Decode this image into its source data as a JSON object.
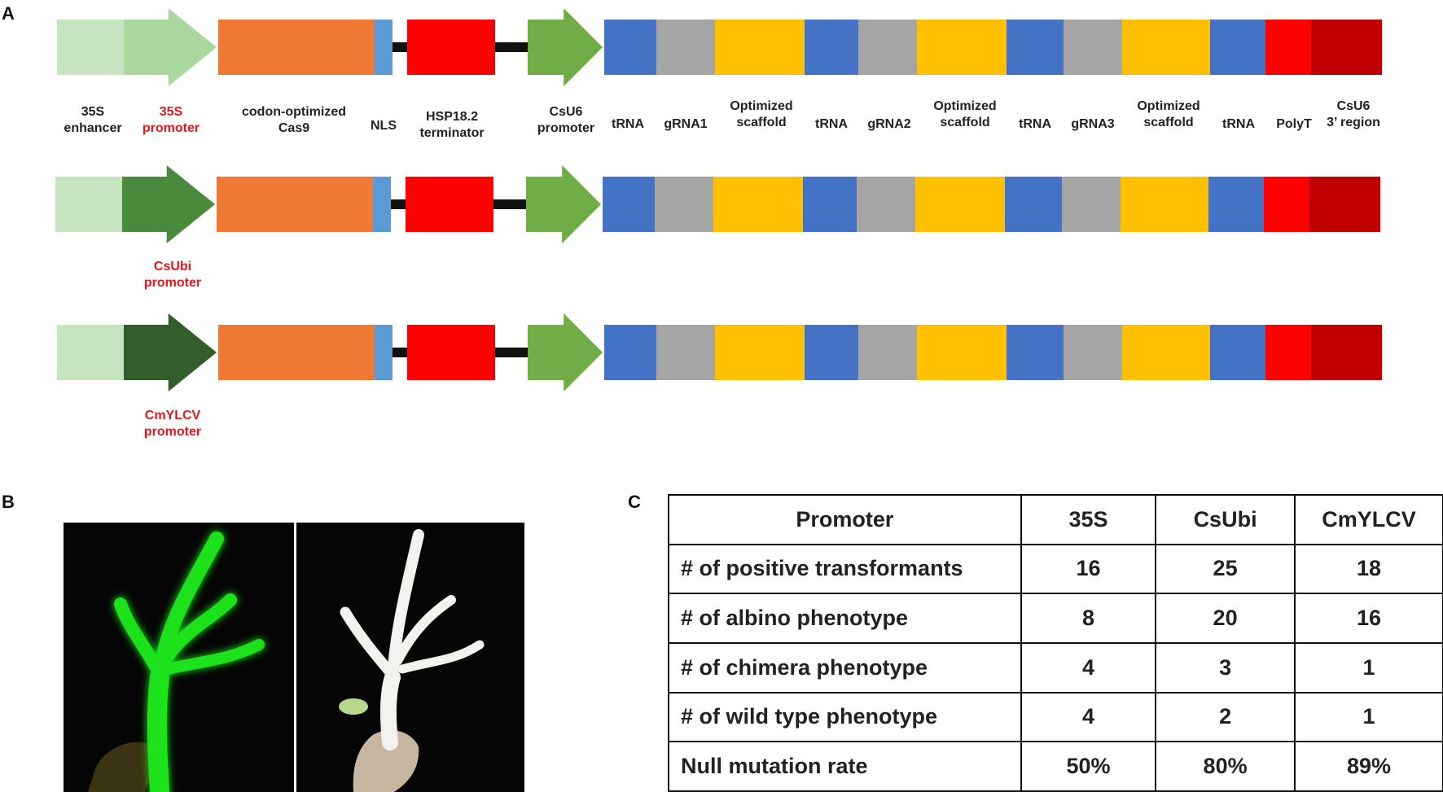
{
  "panel_letters": {
    "a": "A",
    "b": "B",
    "c": "C"
  },
  "labels": {
    "enhancer": "35S\nenhancer",
    "p35s": "35S\npromoter",
    "cas9": "codon-optimized\nCas9",
    "nls": "NLS",
    "terminator": "HSP18.2\nterminator",
    "csu6_promoter": "CsU6\npromoter",
    "trna": "tRNA",
    "grna1": "gRNA1",
    "grna2": "gRNA2",
    "grna3": "gRNA3",
    "scaffold": "Optimized\nscaffold",
    "polyt": "PolyT",
    "csu6_3p": "CsU6\n3’ region",
    "csubi": "CsUbi\npromoter",
    "cmylcv": "CmYLCV\npromoter"
  },
  "colors": {
    "enhancer": "#c6e4c0",
    "p35s": "#a8d89d",
    "csubi": "#4a8a3c",
    "cmylcv": "#335e2b",
    "cas9": "#ee7a36",
    "nls": "#5b9bd5",
    "terminator": "#ff0000",
    "csu6": "#70ad47",
    "trna": "#4472c4",
    "grna": "#a5a5a5",
    "scaffold": "#ffc000",
    "polyt": "#ff0000",
    "csu6_3p": "#c00000",
    "label_red": "#e8151a"
  },
  "table": {
    "header": [
      "Promoter",
      "35S",
      "CsUbi",
      "CmYLCV"
    ],
    "rows": [
      [
        "# of positive transformants",
        "16",
        "25",
        "18"
      ],
      [
        "# of albino phenotype",
        "8",
        "20",
        "16"
      ],
      [
        "# of chimera phenotype",
        "4",
        "3",
        "1"
      ],
      [
        "# of wild type phenotype",
        "4",
        "2",
        "1"
      ],
      [
        "Null mutation rate",
        "50%",
        "80%",
        "89%"
      ]
    ]
  }
}
